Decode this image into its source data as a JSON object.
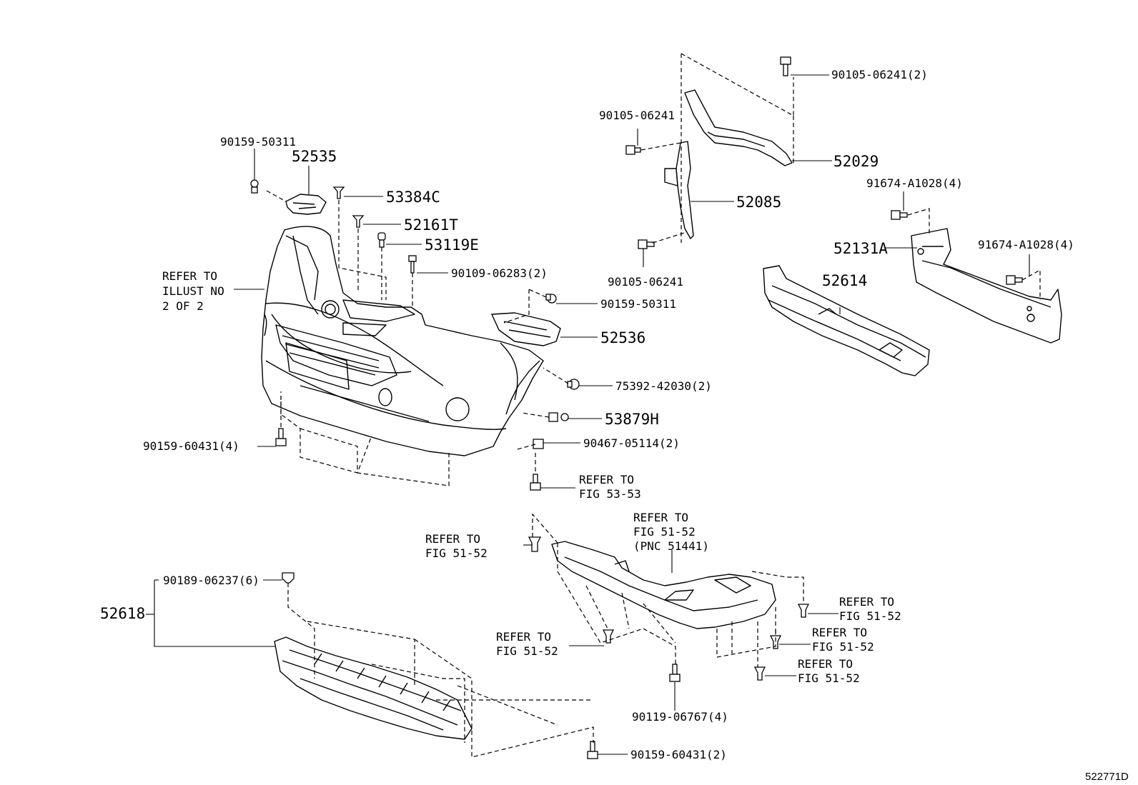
{
  "diagram_id": "522771D",
  "labels": {
    "p52535": "52535",
    "p90159_50311_top": "90159-50311",
    "p53384C": "53384C",
    "p52161T": "52161T",
    "p53119E": "53119E",
    "p90109_06283": "90109-06283(2)",
    "p90159_50311_right": "90159-50311",
    "p52536": "52536",
    "p75392_42030": "75392-42030(2)",
    "p53879H": "53879H",
    "p90467_05114": "90467-05114(2)",
    "p90159_60431_left": "90159-60431(4)",
    "refer_illust": [
      "REFER TO",
      "ILLUST NO",
      "2 OF 2"
    ],
    "refer_fig_53_53": [
      "REFER TO",
      "FIG 53-53"
    ],
    "p90105_06241_tr": "90105-06241(2)",
    "p90105_06241_a": "90105-06241",
    "p90105_06241_b": "90105-06241",
    "p52029": "52029",
    "p52085": "52085",
    "p91674_a": "91674-A1028(4)",
    "p91674_b": "91674-A1028(4)",
    "p52131A": "52131A",
    "p52614": "52614",
    "refer_fig_51_52_a": [
      "REFER TO",
      "FIG 51-52"
    ],
    "refer_fig_51_52_pnc": [
      "REFER TO",
      "FIG 51-52",
      "(PNC 51441)"
    ],
    "refer_fig_51_52_b": [
      "REFER TO",
      "FIG 51-52"
    ],
    "refer_fig_51_52_c": [
      "REFER TO",
      "FIG 51-52"
    ],
    "refer_fig_51_52_d": [
      "REFER TO",
      "FIG 51-52"
    ],
    "refer_fig_51_52_e": [
      "REFER TO",
      "FIG 51-52"
    ],
    "p90189_06237": "90189-06237(6)",
    "p52618": "52618",
    "p90119_06767": "90119-06767(4)",
    "p90159_60431_bottom": "90159-60431(2)"
  }
}
